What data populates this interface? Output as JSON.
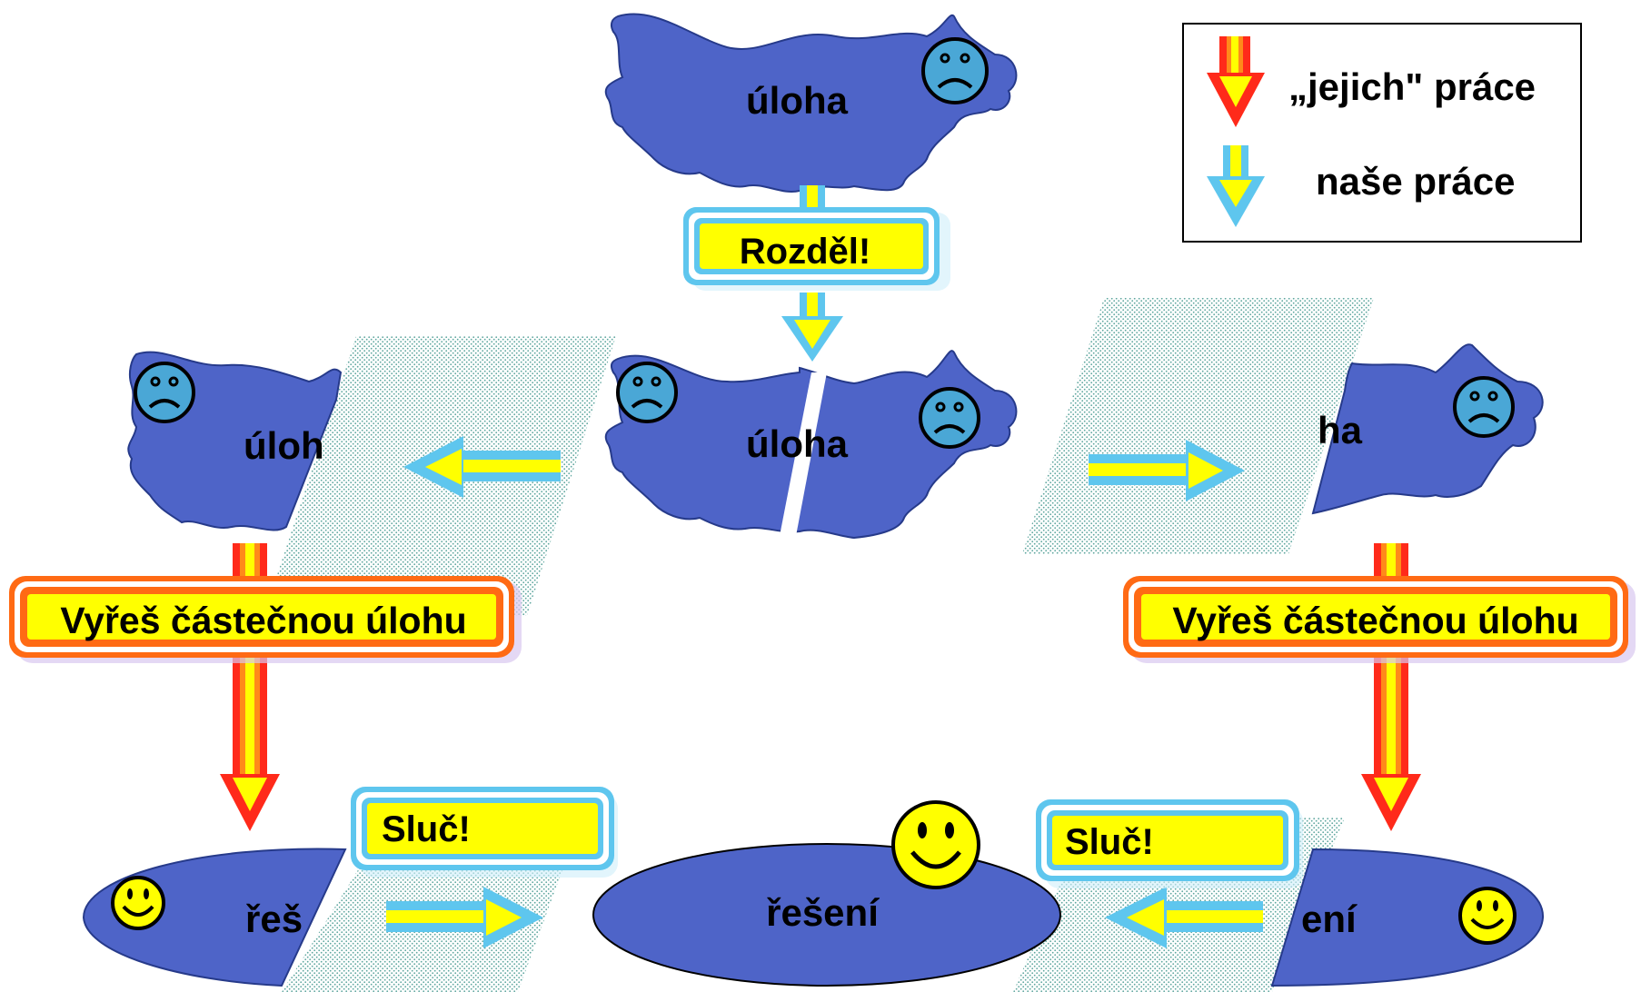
{
  "legend": {
    "their_work": "„jejich\" práce",
    "our_work": "naše práce"
  },
  "labels": {
    "task_top": "úloha",
    "task_middle": "úloha",
    "task_left": "úloh",
    "task_right": "ha",
    "split": "Rozděl!",
    "cut_left": "Vyřeš částečnou úlohu",
    "cut_right": "Vyřeš částečnou úlohu",
    "merge_left": "Sluč!",
    "merge_right": "Sluč!",
    "solution_center": "řešení",
    "solution_left": "řeš",
    "solution_right": "ení"
  },
  "colors": {
    "blob": "#4e64c8",
    "sad_face": "#4aa7d6",
    "happy_face": "#ffff00",
    "box_fill": "#ffff00",
    "cyan": "#5ec6ee",
    "orange": "#ff6a14",
    "red": "#ff2a1a"
  },
  "icons": {
    "sad": "sad-face-icon",
    "happy": "smiley-face-icon"
  }
}
